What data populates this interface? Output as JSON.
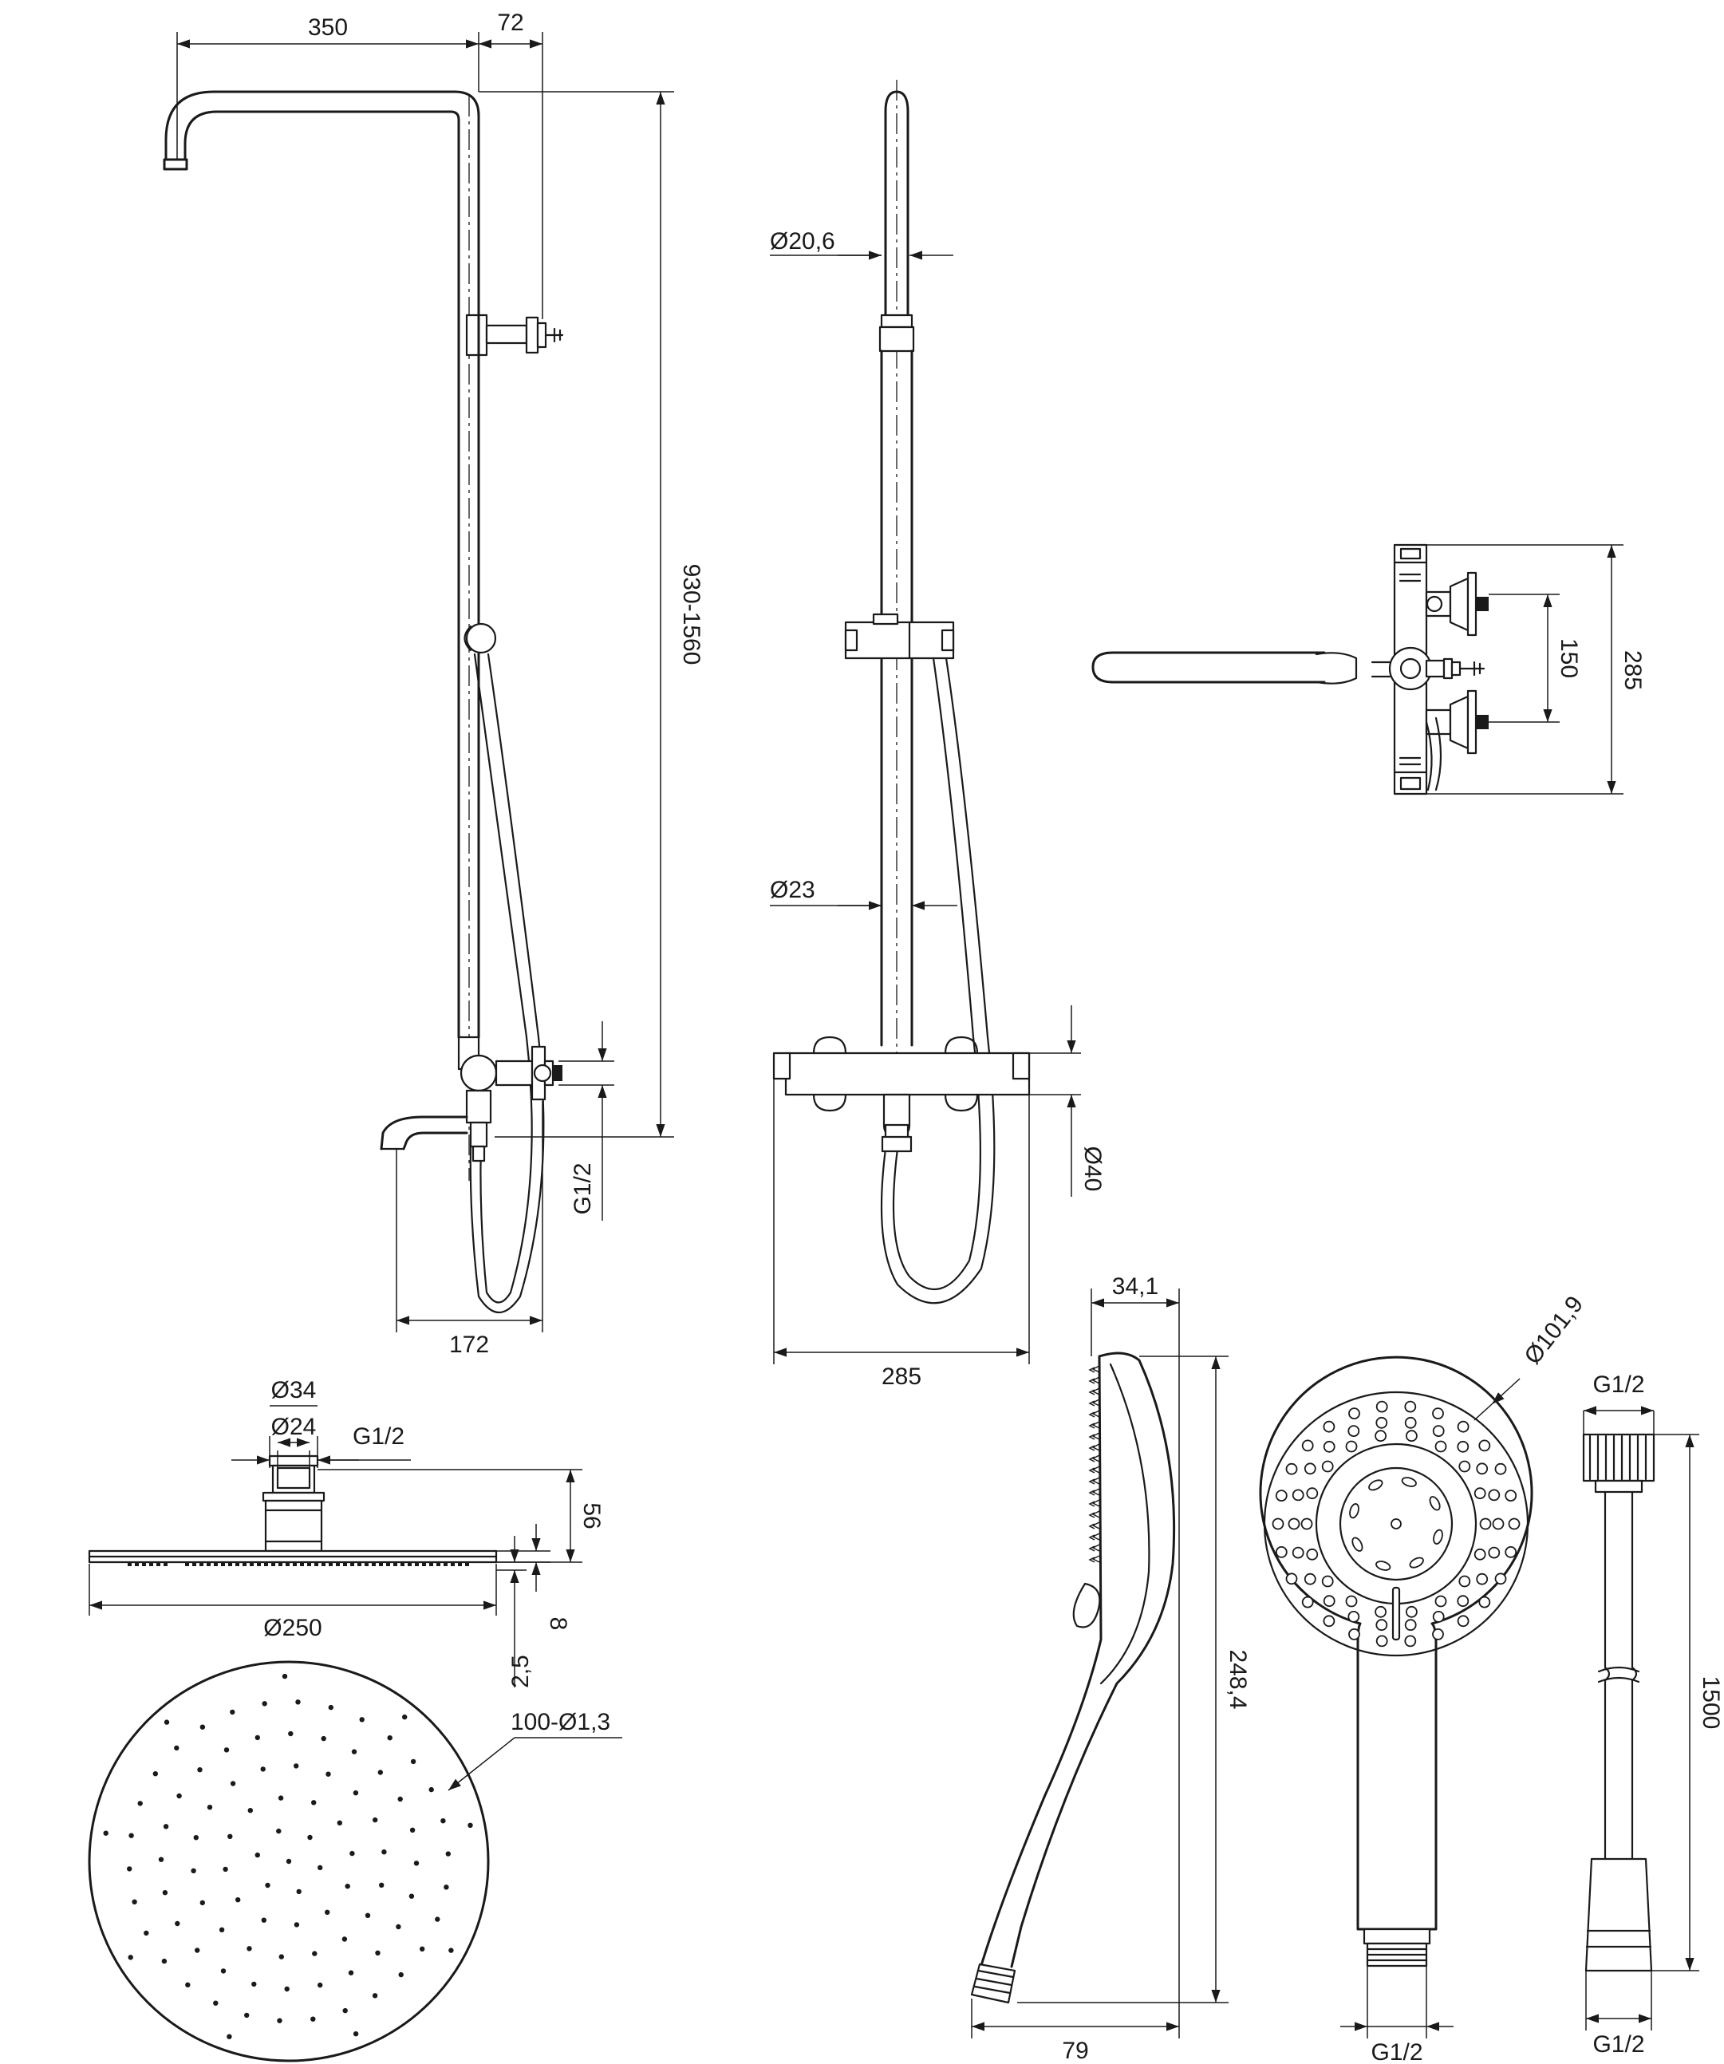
{
  "drawing": {
    "side_view": {
      "arm_reach": "350",
      "arm_offset": "72",
      "height_range": "930-1560",
      "inlet_thread": "G1/2",
      "wall_projection": "172"
    },
    "front_view": {
      "rail_top_diameter": "Ø20,6",
      "rail_diameter": "Ø23",
      "mixer_body_diameter": "Ø40",
      "mixer_width": "285"
    },
    "top_view": {
      "inlet_spacing": "150",
      "depth": "285"
    },
    "overhead_shower": {
      "collar_diameter": "Ø34",
      "connector_diameter": "Ø24",
      "thread": "G1/2",
      "height": "56",
      "plate_thickness": "8",
      "nozzle_height": "2,5",
      "diameter": "Ø250",
      "nozzles": "100-Ø1,3"
    },
    "hand_shower": {
      "depth": "34,1",
      "face_diameter": "Ø101,9",
      "length": "248,4",
      "width": "79",
      "thread": "G1/2"
    },
    "hose": {
      "thread_top": "G1/2",
      "length": "1500",
      "thread_bottom": "G1/2"
    }
  }
}
